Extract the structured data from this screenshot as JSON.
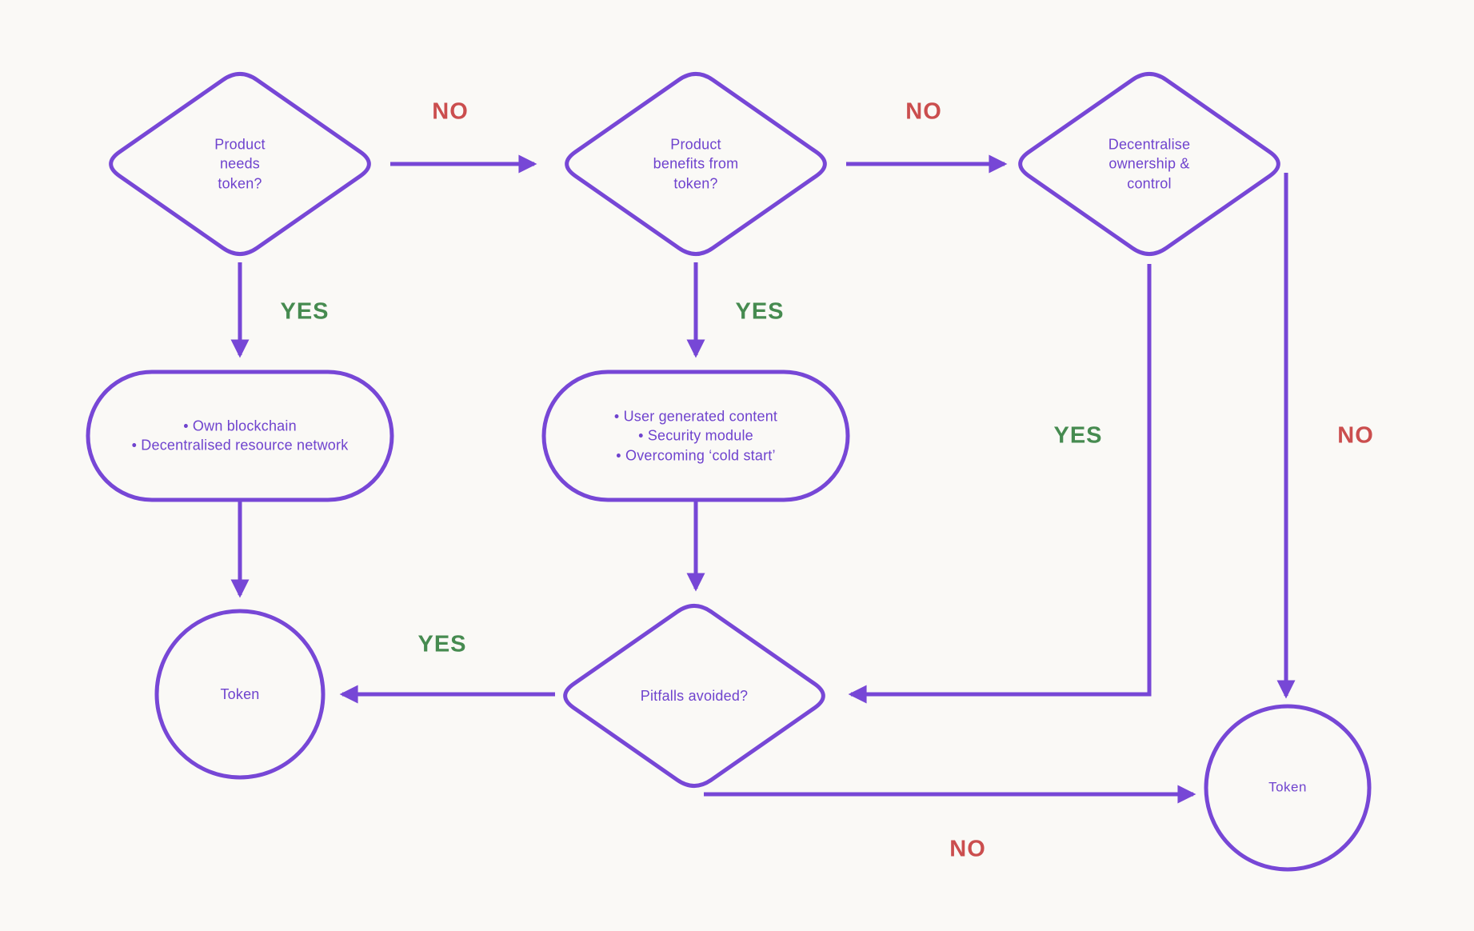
{
  "palette": {
    "purple": "#7747D6",
    "text_purple": "#6F43CE",
    "green": "#468B50",
    "red": "#CB4E4E",
    "background": "#FAF9F6"
  },
  "nodes": {
    "product_needs_token": {
      "label": "Product\nneeds\ntoken?"
    },
    "product_benefits_from_token": {
      "label": "Product\nbenefits from\ntoken?"
    },
    "decentralise_ownership_control": {
      "label": "Decentralise\nownership &\ncontrol"
    },
    "needs_token_outcomes": {
      "label": "• Own blockchain\n• Decentralised resource network"
    },
    "benefits_token_outcomes": {
      "label": "• User generated content\n• Security module\n• Overcoming ‘cold start’"
    },
    "pitfalls_avoided": {
      "label": "Pitfalls avoided?"
    },
    "token_left": {
      "label": "Token"
    },
    "token_right": {
      "label": "Token"
    }
  },
  "edge_labels": {
    "needs_token_no": "NO",
    "benefits_token_no": "NO",
    "needs_token_yes": "YES",
    "benefits_token_yes": "YES",
    "decentralise_yes": "YES",
    "decentralise_no": "NO",
    "pitfalls_yes": "YES",
    "pitfalls_no": "NO"
  }
}
